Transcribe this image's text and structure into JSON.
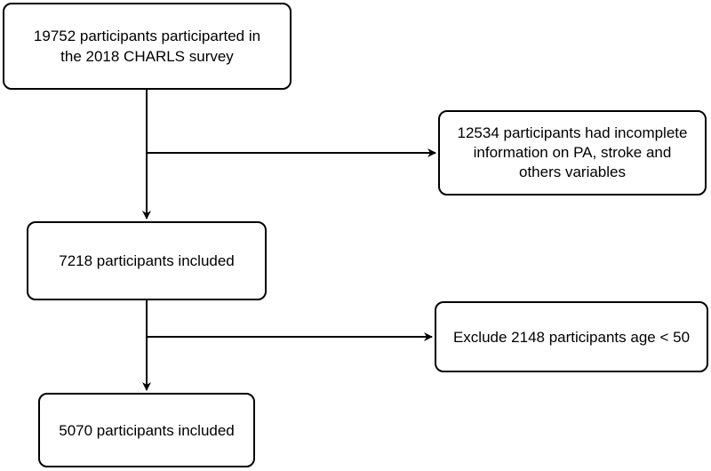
{
  "flowchart": {
    "start_box": {
      "lines": [
        "19752 participants participarted in",
        "the 2018 CHARLS survey"
      ]
    },
    "exclusion_1": {
      "lines": [
        "12534 participants had incomplete",
        "information on PA, stroke and",
        "others variables"
      ]
    },
    "included_1": {
      "text": "7218 participants included"
    },
    "exclusion_2": {
      "text": "Exclude 2148 participants age < 50"
    },
    "included_final": {
      "text": "5070 participants included"
    }
  }
}
